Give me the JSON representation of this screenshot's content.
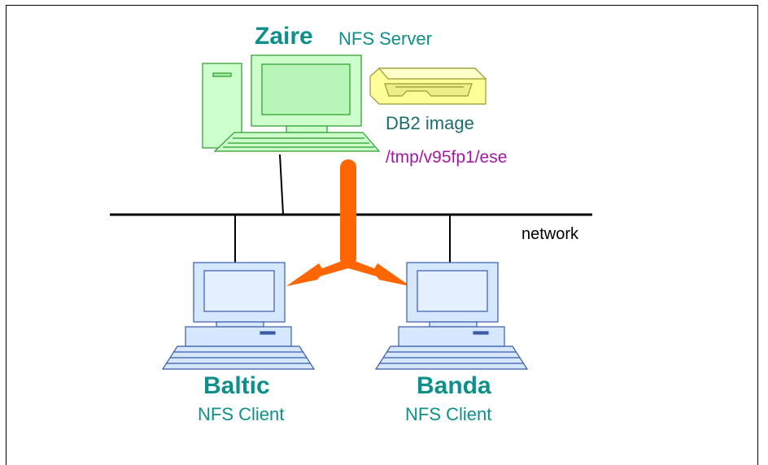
{
  "server": {
    "hostname": "Zaire",
    "role": "NFS Server"
  },
  "image": {
    "label": "DB2 image",
    "path": "/tmp/v95fp1/ese"
  },
  "network": {
    "label": "network"
  },
  "clients": [
    {
      "hostname": "Baltic",
      "role": "NFS Client"
    },
    {
      "hostname": "Banda",
      "role": "NFS Client"
    }
  ],
  "colors": {
    "server_computer": "#ccffcc",
    "client_computer": "#d6e8ff",
    "cdrom": "#ffff99",
    "arrow": "#ff6600",
    "hostname_text": "#0f8f8a",
    "path_text": "#a01aa0"
  }
}
